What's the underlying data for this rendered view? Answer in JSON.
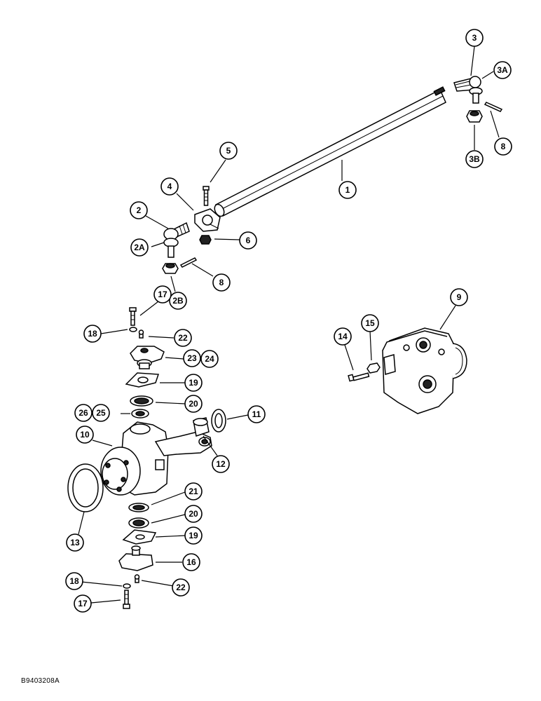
{
  "figure": {
    "reference_code": "B9403208A",
    "callouts": [
      {
        "id": "c1",
        "label": "1"
      },
      {
        "id": "c2",
        "label": "2"
      },
      {
        "id": "c2a",
        "label": "2A"
      },
      {
        "id": "c2b",
        "label": "2B"
      },
      {
        "id": "c3",
        "label": "3"
      },
      {
        "id": "c3a",
        "label": "3A"
      },
      {
        "id": "c3b",
        "label": "3B"
      },
      {
        "id": "c4",
        "label": "4"
      },
      {
        "id": "c5",
        "label": "5"
      },
      {
        "id": "c6",
        "label": "6"
      },
      {
        "id": "c8a",
        "label": "8"
      },
      {
        "id": "c8b",
        "label": "8"
      },
      {
        "id": "c9",
        "label": "9"
      },
      {
        "id": "c10",
        "label": "10"
      },
      {
        "id": "c11",
        "label": "11"
      },
      {
        "id": "c12",
        "label": "12"
      },
      {
        "id": "c13",
        "label": "13"
      },
      {
        "id": "c14",
        "label": "14"
      },
      {
        "id": "c15",
        "label": "15"
      },
      {
        "id": "c16",
        "label": "16"
      },
      {
        "id": "c17a",
        "label": "17"
      },
      {
        "id": "c17b",
        "label": "17"
      },
      {
        "id": "c18a",
        "label": "18"
      },
      {
        "id": "c18b",
        "label": "18"
      },
      {
        "id": "c19a",
        "label": "19"
      },
      {
        "id": "c19b",
        "label": "19"
      },
      {
        "id": "c20a",
        "label": "20"
      },
      {
        "id": "c20b",
        "label": "20"
      },
      {
        "id": "c21",
        "label": "21"
      },
      {
        "id": "c22a",
        "label": "22"
      },
      {
        "id": "c22b",
        "label": "22"
      },
      {
        "id": "c23",
        "label": "23"
      },
      {
        "id": "c24",
        "label": "24"
      },
      {
        "id": "c25",
        "label": "25"
      },
      {
        "id": "c26",
        "label": "26"
      }
    ]
  }
}
